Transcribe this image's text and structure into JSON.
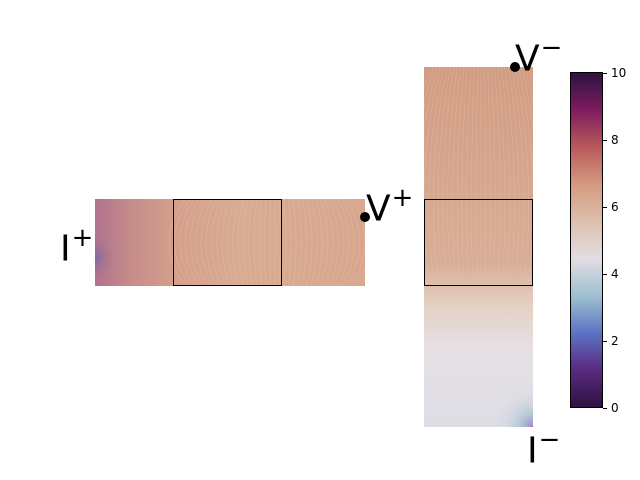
{
  "labels": {
    "i_plus": {
      "base": "I",
      "sup": "+"
    },
    "i_minus": {
      "base": "I",
      "sup": "−"
    },
    "v_plus": {
      "base": "V",
      "sup": "+"
    },
    "v_minus": {
      "base": "V",
      "sup": "−"
    }
  },
  "colorbar": {
    "min": 0,
    "max": 10,
    "ticks": [
      "0",
      "2",
      "4",
      "6",
      "8",
      "10"
    ],
    "colormap": "twilight_shifted",
    "stops": [
      "#2d1240",
      "#5a2a7e",
      "#5d73c4",
      "#9ec1d1",
      "#e2dde2",
      "#dcc0ad",
      "#d39a80",
      "#b85a5a",
      "#7d1c5f",
      "#2d1240"
    ]
  }
}
